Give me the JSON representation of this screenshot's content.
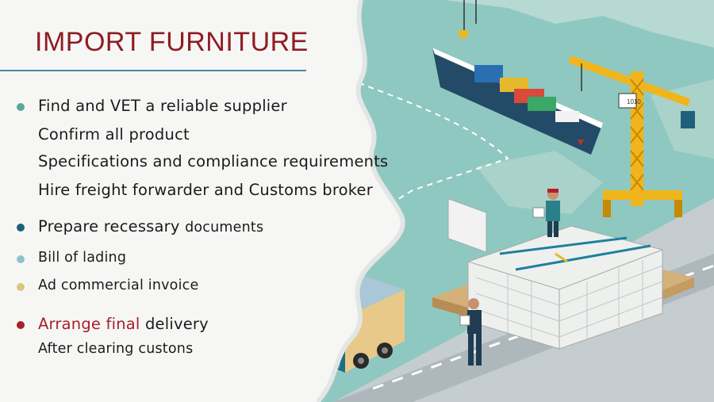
{
  "title": "IMPORT FURNITURE",
  "steps": [
    {
      "text": "Find and VET a reliable supplier",
      "bullet_color": "#5aa89a"
    },
    {
      "text": "Confirm all product"
    },
    {
      "text": "Specifications and compliance requirements"
    },
    {
      "text": "Hire freight forwarder and Customs broker"
    },
    {
      "text_a": "Prepare recessary",
      "text_b": "documents",
      "bullet_color": "#1f5f7a"
    },
    {
      "text": "Bill of lading",
      "bullet_color": "#8ec3cc"
    },
    {
      "text": "Ad commercial invoice",
      "bullet_color": "#d9c77a"
    },
    {
      "text_a": "Arrange final",
      "text_b": "delivery",
      "bullet_color": "#a8202a"
    },
    {
      "text": "After clearing custons"
    }
  ],
  "ship_label": "1010",
  "colors": {
    "title": "#8f1c24",
    "sea": "#8fc8c0",
    "land": "#d7dde0",
    "accent_red": "#a8202a"
  }
}
